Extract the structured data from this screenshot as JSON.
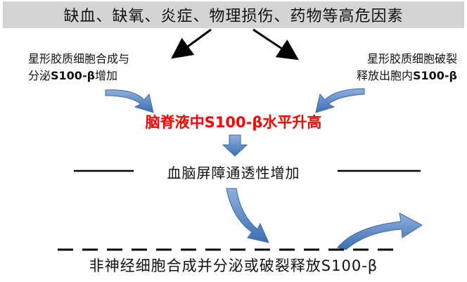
{
  "banner": {
    "text": "缺血、缺氧、炎症、物理损伤、药物等高危因素"
  },
  "left_note": {
    "line1": "星形胶质细胞合成与",
    "line2_prefix": "分泌",
    "line2_bold": "S100-β",
    "line2_suffix": "增加"
  },
  "right_note": {
    "line1": "星形胶质细胞破裂",
    "line2_prefix": "释放出胞内",
    "line2_bold": "S100-β"
  },
  "center": {
    "text": "脑脊液中S100-β水平升高"
  },
  "bbb": {
    "text": "血脑屏障通透性增加"
  },
  "bottom": {
    "text": "非神经细胞合成并分泌或破裂释放S100-β"
  },
  "colors": {
    "arrow_blue": "#4a7ec2",
    "highlight_red": "#ff0000"
  }
}
